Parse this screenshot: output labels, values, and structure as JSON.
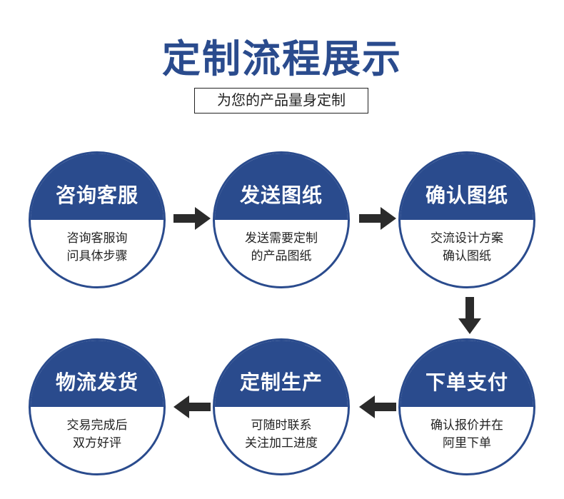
{
  "title": "定制流程展示",
  "subtitle": "为您的产品量身定制",
  "steps": [
    {
      "title": "咨询客服",
      "line1": "咨询客服询",
      "line2": "问具体步骤"
    },
    {
      "title": "发送图纸",
      "line1": "发送需要定制",
      "line2": "的产品图纸"
    },
    {
      "title": "确认图纸",
      "line1": "交流设计方案",
      "line2": "确认图纸"
    },
    {
      "title": "下单支付",
      "line1": "确认报价并在",
      "line2": "阿里下单"
    },
    {
      "title": "定制生产",
      "line1": "可随时联系",
      "line2": "关注加工进度"
    },
    {
      "title": "物流发货",
      "line1": "交易完成后",
      "line2": "双方好评"
    }
  ],
  "colors": {
    "accent": "#2a4b8d",
    "arrow": "#2b2b2b"
  }
}
